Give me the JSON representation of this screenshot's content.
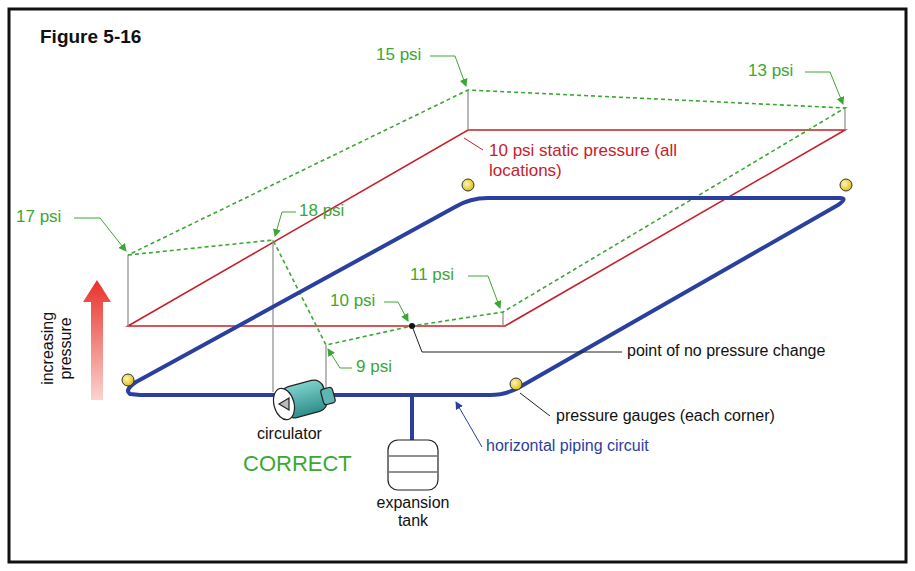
{
  "diagram": {
    "title": "Figure 5-16",
    "labels": [
      "15 psi",
      "13 psi",
      "10 psi static pressure (all locations)",
      "17 psi",
      "18 psi",
      "11 psi",
      "10 psi",
      "9 psi",
      "increasing pressure",
      "point of no pressure change",
      "circulator",
      "CORRECT",
      "pressure gauges (each corner)",
      "horizontal piping circuit",
      "expansion tank"
    ]
  }
}
